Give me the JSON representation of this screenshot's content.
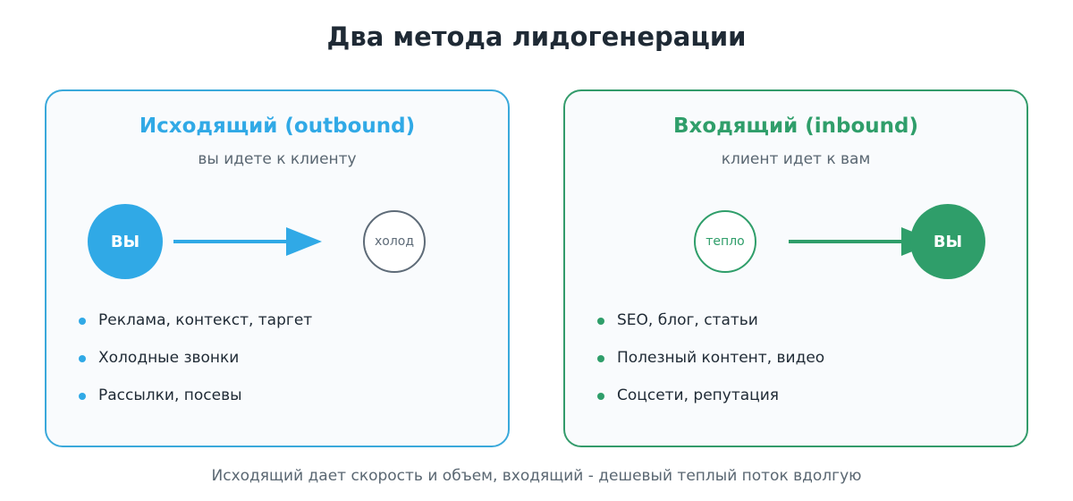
{
  "title": "Два метода лидогенерации",
  "colors": {
    "outbound": "#30a9e6",
    "inbound": "#2f9e6a",
    "cold_circle": "#5e6b78",
    "text": "#1f2a35",
    "muted": "#5a6772"
  },
  "outbound": {
    "title": "Исходящий (outbound)",
    "subtitle": "вы идете к клиенту",
    "you_label": "ВЫ",
    "target_label": "холод",
    "items": [
      "Реклама, контекст, таргет",
      "Холодные звонки",
      "Рассылки, посевы"
    ]
  },
  "inbound": {
    "title": "Входящий (inbound)",
    "subtitle": "клиент идет к вам",
    "source_label": "тепло",
    "you_label": "ВЫ",
    "items": [
      "SEO, блог, статьи",
      "Полезный контент, видео",
      "Соцсети, репутация"
    ]
  },
  "footer": "Исходящий дает скорость и объем, входящий - дешевый теплый поток вдолгую"
}
